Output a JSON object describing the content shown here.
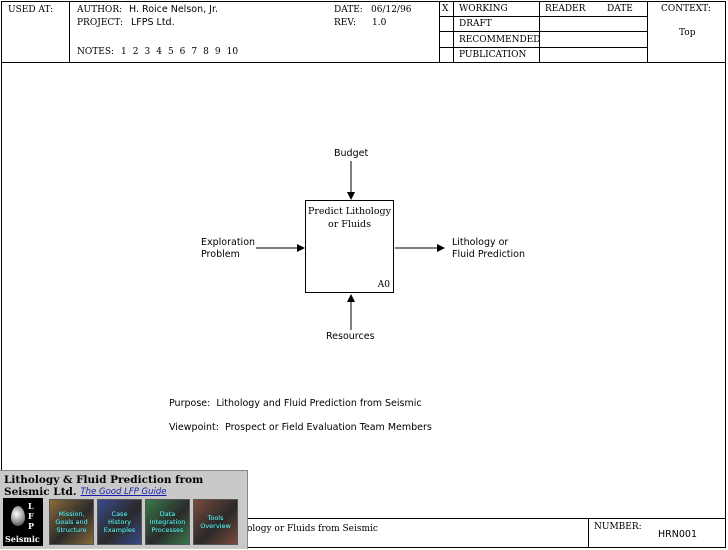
{
  "header": {
    "used_at_label": "USED AT:",
    "author_label": "AUTHOR:",
    "author_value": "H. Roice Nelson, Jr.",
    "project_label": "PROJECT:",
    "project_value": "LFPS Ltd.",
    "date_label": "DATE:",
    "date_value": "06/12/96",
    "rev_label": "REV:",
    "rev_value": "1.0",
    "notes_label": "NOTES:",
    "notes": [
      "1",
      "2",
      "3",
      "4",
      "5",
      "6",
      "7",
      "8",
      "9",
      "10"
    ],
    "status_mark": "X",
    "statuses": [
      "WORKING",
      "DRAFT",
      "RECOMMENDED",
      "PUBLICATION"
    ],
    "reader_label": "READER",
    "reader_date_label": "DATE",
    "context_label": "CONTEXT:",
    "context_value": "Top"
  },
  "diagram": {
    "box_title_line1": "Predict Lithology",
    "box_title_line2": "or Fluids",
    "box_node": "A0",
    "control": "Budget",
    "input_line1": "Exploration",
    "input_line2": "Problem",
    "output_line1": "Lithology or",
    "output_line2": "Fluid Prediction",
    "mechanism": "Resources",
    "purpose": "Purpose:  Lithology and Fluid Prediction from Seismic",
    "viewpoint": "Viewpoint:  Prospect or Field Evaluation Team Members"
  },
  "footer": {
    "title_fragment": "ology or Fluids from Seismic",
    "number_label": "NUMBER:",
    "number_value": "HRN001"
  },
  "logo": {
    "company": "Lithology & Fluid Prediction from Seismic Ltd.",
    "guide_link": "The Good LFP Guide",
    "badge_letters": [
      "L",
      "F",
      "P"
    ],
    "badge_word": "Seismic",
    "tiles": [
      {
        "line1": "Mission,",
        "line2": "Goals and",
        "line3": "Structure"
      },
      {
        "line1": "Case",
        "line2": "History",
        "line3": "Examples"
      },
      {
        "line1": "Data",
        "line2": "Integration",
        "line3": "Processes"
      },
      {
        "line1": "Tools",
        "line2": "Overview",
        "line3": ""
      }
    ],
    "tile_colors": [
      "#8a6a3a",
      "#3a4a8a",
      "#3a7a4a",
      "#7a4a3a"
    ]
  }
}
